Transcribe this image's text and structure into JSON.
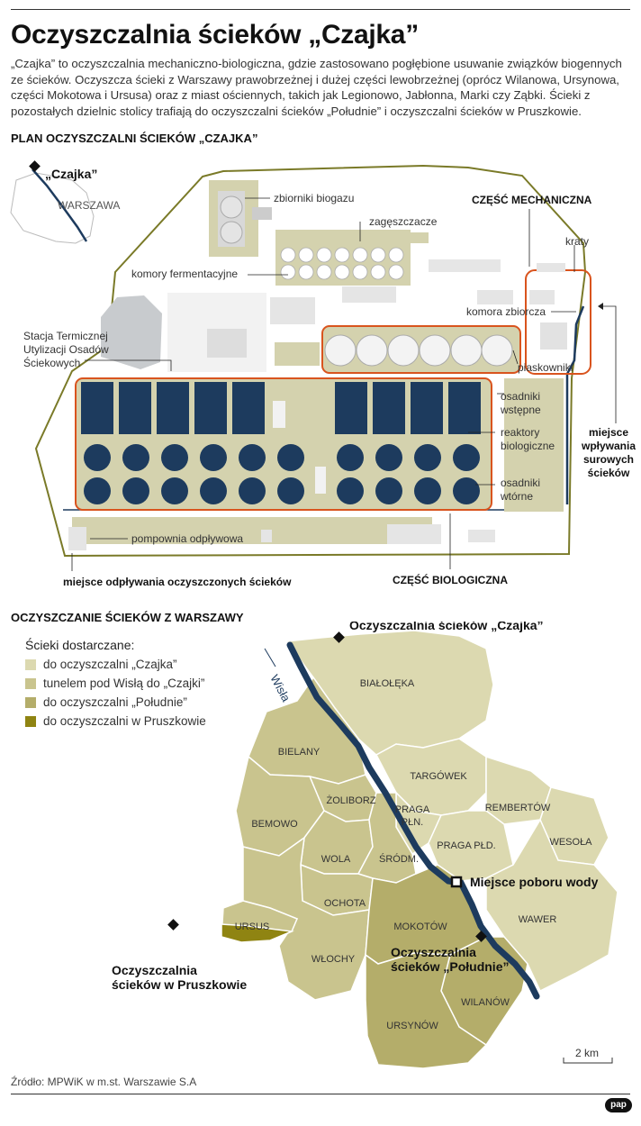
{
  "title": "Oczyszczalnia ścieków „Czajka”",
  "intro": "„Czajka” to oczyszczalnia mechaniczno-biologiczna, gdzie zastosowano pogłębione usuwanie związków biogennych ze ścieków. Oczyszcza ścieki z Warszawy prawobrzeżnej i dużej części lewobrzeżnej (oprócz Wilanowa, Ursynowa, części Mokotowa i Ursusa) oraz z miast ościennych, takich jak Legionowo, Jabłonna, Marki czy Ząbki. Ścieki z pozostałych dzielnic stolicy trafiają do oczyszczalni ścieków „Południe” i oczyszczalni ścieków w Pruszkowie.",
  "plan": {
    "heading": "PLAN OCZYSZCZALNI ŚCIEKÓW „CZAJKA”",
    "inset_czajka": "„Czajka”",
    "inset_warszawa": "WARSZAWA",
    "labels": {
      "zbiorniki": "zbiorniki biogazu",
      "zageszczacze": "zagęszczacze",
      "komory": "komory fermentacyjne",
      "mechaniczna": "CZĘŚĆ MECHANICZNA",
      "kraty": "kraty",
      "komora_zbiorcza": "komora zbiorcza",
      "piaskowniki": "piaskowniki",
      "stacja1": "Stacja Termicznej",
      "stacja2": "Utylizacji Osadów",
      "stacja3": "Ściekowych",
      "osadniki_wstepne1": "osadniki",
      "osadniki_wstepne2": "wstępne",
      "reaktory1": "reaktory",
      "reaktory2": "biologiczne",
      "osadniki_wtorne1": "osadniki",
      "osadniki_wtorne2": "wtórne",
      "wplyw1": "miejsce",
      "wplyw2": "wpływania",
      "wplyw3": "surowych",
      "wplyw4": "ścieków",
      "pompownia": "pompownia odpływowa",
      "odplyw": "miejsce odpływania oczyszczonych ścieków",
      "biologiczna": "CZĘŚĆ BIOLOGICZNA"
    }
  },
  "map": {
    "heading": "OCZYSZCZANIE ŚCIEKÓW Z WARSZAWY",
    "legend_title": "Ścieki dostarczane:",
    "legend": [
      {
        "label": "do oczyszczalni „Czajka”",
        "color": "#dcd9b0"
      },
      {
        "label": "tunelem pod Wisłą do „Czajki”",
        "color": "#c9c48e"
      },
      {
        "label": "do oczyszczalni „Południe”",
        "color": "#b4ad6a"
      },
      {
        "label": "do oczyszczalni w Pruszkowie",
        "color": "#8f8412"
      }
    ],
    "river": "Wisła",
    "districts": {
      "bialoleka": "BIAŁOŁĘKA",
      "bielany": "BIELANY",
      "targowek": "TARGÓWEK",
      "zoliborz": "ŻOLIBORZ",
      "rembertow": "REMBERTÓW",
      "bemowo": "BEMOWO",
      "praga_pn1": "PRAGA",
      "praga_pn2": "PŁN.",
      "wesola": "WESOŁA",
      "praga_pd": "PRAGA PŁD.",
      "wola": "WOLA",
      "srodm": "ŚRÓDM.",
      "ochota": "OCHOTA",
      "ursus": "URSUS",
      "mokotow": "MOKOTÓW",
      "wawer": "WAWER",
      "wlochy": "WŁOCHY",
      "wilanow": "WILANÓW",
      "ursynow": "URSYNÓW"
    },
    "places": {
      "czajka": "Oczyszczalnia ścieków „Czajka”",
      "pobor": "Miejsce poboru wody",
      "poludnie1": "Oczyszczalnia",
      "poludnie2": "ścieków „Południe”",
      "pruszkow1": "Oczyszczalnia",
      "pruszkow2": "ścieków w Pruszkowie"
    },
    "scale": "2 km"
  },
  "source": "Źródło: MPWiK w m.st. Warszawie S.A",
  "logo": "pap"
}
